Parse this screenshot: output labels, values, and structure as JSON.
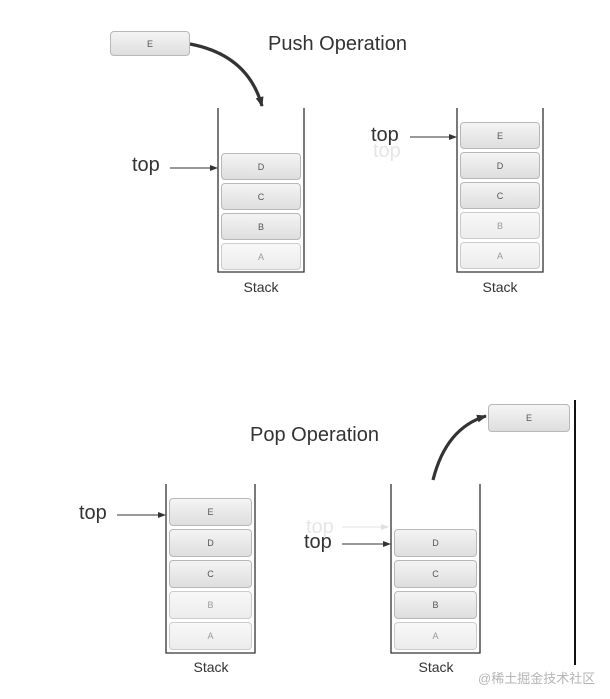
{
  "push": {
    "title": "Push Operation",
    "incoming": "E",
    "left": {
      "top_label": "top",
      "caption": "Stack",
      "items": [
        "D",
        "C",
        "B",
        "A"
      ]
    },
    "right": {
      "top_label": "top",
      "caption": "Stack",
      "items": [
        "E",
        "D",
        "C",
        "B",
        "A"
      ]
    }
  },
  "pop": {
    "title": "Pop Operation",
    "outgoing": "E",
    "left": {
      "top_label": "top",
      "caption": "Stack",
      "items": [
        "E",
        "D",
        "C",
        "B",
        "A"
      ]
    },
    "right": {
      "top_label": "top",
      "ghost_top_label": "top",
      "caption": "Stack",
      "items": [
        "D",
        "C",
        "B",
        "A"
      ]
    }
  },
  "watermark": "@稀土掘金技术社区",
  "colors": {
    "line": "#333333",
    "box_border": "#b8b8b8",
    "ghost": "#e6e6e6"
  }
}
